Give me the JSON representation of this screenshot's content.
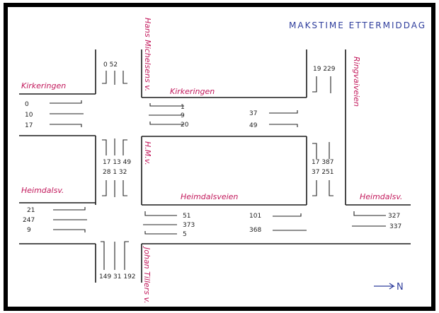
{
  "title": "MAKSTIME ETTERMIDDAG",
  "roads": {
    "kirkeringen_west": "Kirkeringen",
    "kirkeringen_mid": "Kirkeringen",
    "hans_michelsens": "Hans Michelsens v.",
    "ringvaiveien": "Ringvaiveien",
    "hmv": "H.M.v.",
    "heimdalsv_west": "Heimdalsv.",
    "heimdalsveien_mid": "Heimdalsveien",
    "heimdalsv_east": "Heimdalsv.",
    "johan_tillers": "Johan Tillers v."
  },
  "counts": {
    "hm_top": "0 52",
    "kir_w_1": "0",
    "kir_w_2": "10",
    "kir_w_3": "17",
    "kir_mid_l1": "1",
    "kir_mid_l2": "9",
    "kir_mid_l3": "20",
    "kir_mid_r1": "37",
    "kir_mid_r2": "49",
    "ring_top": "19  229",
    "hmv_upper": "17 13 49",
    "hmv_lower": "28 1 32",
    "ring_mid_upper": "17  387",
    "ring_mid_lower": "37  251",
    "heim_w_1": "21",
    "heim_w_2": "247",
    "heim_w_3": "9",
    "heim_mid_l1": "51",
    "heim_mid_l2": "373",
    "heim_mid_l3": "5",
    "heim_mid_r1": "101",
    "heim_mid_r2": "368",
    "heim_e_1": "327",
    "heim_e_2": "337",
    "johan_bottom": "149 31 192"
  },
  "compass": "N"
}
